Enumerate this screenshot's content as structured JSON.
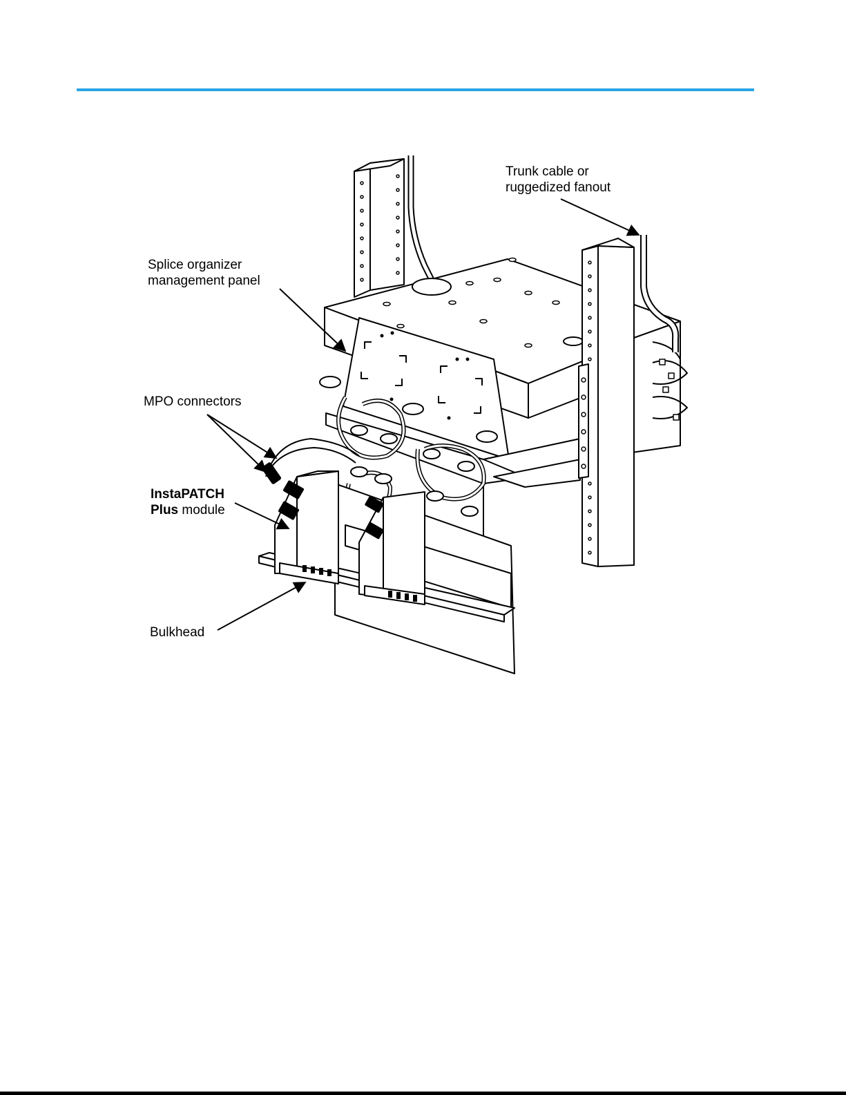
{
  "header": {
    "rule_color": "#2aa4e6"
  },
  "callouts": {
    "trunk_line1": "Trunk cable or",
    "trunk_line2": "ruggedized fanout",
    "splice_line1": "Splice organizer",
    "splice_line2": "management panel",
    "mpo": "MPO connectors",
    "module_bold1": "InstaPATCH",
    "module_bold2": "Plus",
    "module_rest": " module",
    "bulkhead": "Bulkhead"
  }
}
